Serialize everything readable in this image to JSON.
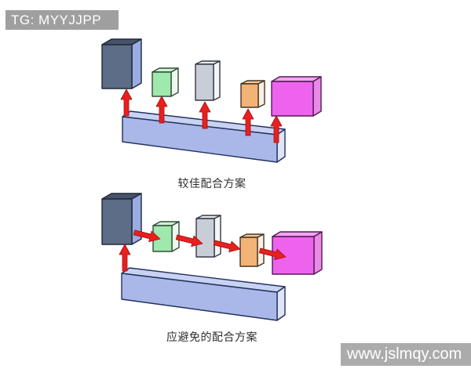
{
  "watermark_top": {
    "text": "TG: MYYJJPP",
    "bg": "#9f9f9f",
    "fg": "#ffffff"
  },
  "watermark_bottom": {
    "text": "www.jslmqy.com",
    "bg": "#ababab",
    "fg": "#ffffff"
  },
  "diagrams": {
    "top": {
      "caption": "较佳配合方案",
      "blocks": [
        "dark",
        "green",
        "gray",
        "orange",
        "magenta"
      ],
      "arrow_pattern": "base-bar-to-each-block-upward"
    },
    "bottom": {
      "caption": "应避免的配合方案",
      "blocks": [
        "dark",
        "green",
        "gray",
        "orange",
        "magenta"
      ],
      "arrow_pattern": "base-bar-to-first-block-then-chained-block-to-block"
    }
  },
  "palette": {
    "dark": {
      "front": "#5d6c87",
      "top": "#46536a",
      "side": "#9aace2",
      "outline": "#1f2937"
    },
    "green": {
      "front": "#9fe8ae",
      "top": "#c9f4d0",
      "side": "#edf9ef",
      "outline": "#354b3a"
    },
    "gray": {
      "front": "#c9cdd7",
      "top": "#e7eaee",
      "side": "#f4f5f8",
      "outline": "#343a44"
    },
    "orange": {
      "front": "#f2b377",
      "top": "#f7ca97",
      "side": "#f9f1e7",
      "outline": "#463524"
    },
    "magenta": {
      "front": "#ee63ee",
      "top": "#f2a4f1",
      "side": "#ea8ae7",
      "outline": "#531b51"
    },
    "bar": {
      "front": "#a9b8e8",
      "top": "#c8d2f2",
      "side": "#dfe4f6",
      "outline": "#22315e"
    },
    "arrow": {
      "fill": "#e8201e",
      "stroke": "#9f1013"
    }
  },
  "background": "#ffffff"
}
